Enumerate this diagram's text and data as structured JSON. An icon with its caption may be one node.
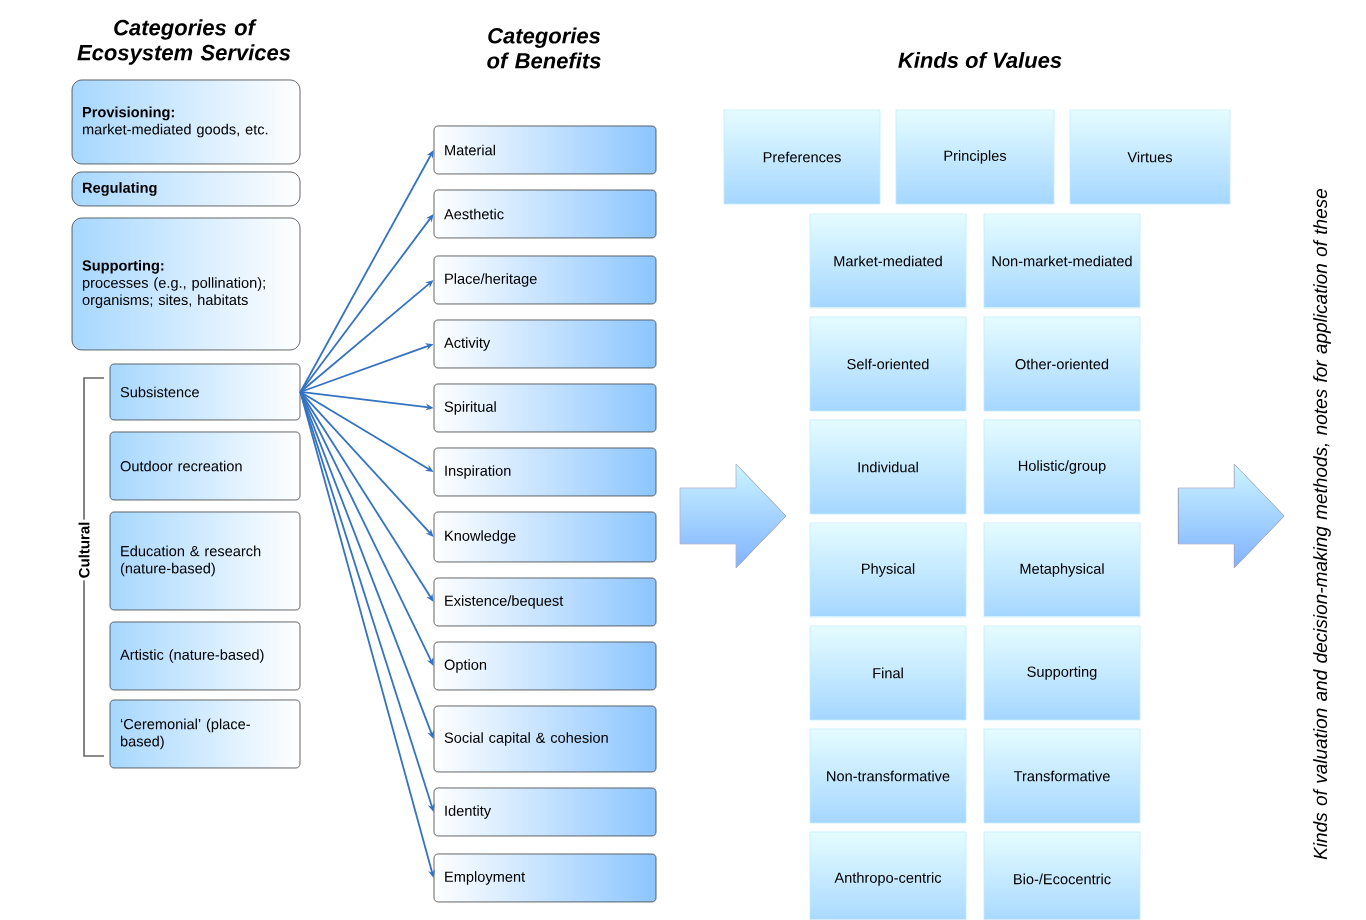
{
  "diagram": {
    "nodes": [
      {
        "text": [
          "Provisioning:",
          "market-mediated goods, etc."
        ]
      },
      {
        "text": [
          "Regulating"
        ]
      },
      {
        "text": [
          "Supporting:",
          "processes (e.g., pollination); organisms; sites, habitats"
        ]
      },
      {
        "text": [
          "Subsistence"
        ]
      },
      {
        "text": [
          "Outdoor recreation"
        ]
      },
      {
        "text": [
          "Education & research (nature-based)"
        ]
      },
      {
        "text": [
          "Artistic (nature-based)"
        ]
      },
      {
        "text": [
          "‘Ceremonial’ (place-based)"
        ]
      },
      {
        "text": [
          "Material"
        ]
      },
      {
        "text": [
          "Aesthetic"
        ]
      },
      {
        "text": [
          "Place/heritage"
        ]
      },
      {
        "text": [
          "Activity"
        ]
      },
      {
        "text": [
          "Spiritual"
        ]
      },
      {
        "text": [
          "Inspiration"
        ]
      },
      {
        "text": [
          "Knowledge"
        ]
      },
      {
        "text": [
          "Existence/bequest"
        ]
      },
      {
        "text": [
          "Option"
        ]
      },
      {
        "text": [
          "Social capital & cohesion"
        ]
      },
      {
        "text": [
          "Identity"
        ]
      },
      {
        "text": [
          "Employment"
        ]
      },
      {
        "text": [
          "Preferences"
        ]
      },
      {
        "text": [
          "Principles"
        ]
      },
      {
        "text": [
          "Virtues"
        ]
      },
      {
        "text": [
          "Market-mediated"
        ]
      },
      {
        "text": [
          "Non-market-mediated"
        ]
      },
      {
        "text": [
          "Self-oriented"
        ]
      },
      {
        "text": [
          "Other-oriented"
        ]
      },
      {
        "text": [
          "Individual"
        ]
      },
      {
        "text": [
          "Holistic/group"
        ]
      },
      {
        "text": [
          "Physical"
        ]
      },
      {
        "text": [
          "Metaphysical"
        ]
      },
      {
        "text": [
          "Final"
        ]
      },
      {
        "text": [
          "Supporting"
        ]
      },
      {
        "text": [
          "Non-transformative"
        ]
      },
      {
        "text": [
          "Transformative"
        ]
      },
      {
        "text": [
          "Anthropo-centric"
        ]
      },
      {
        "text": [
          "Bio-/Ecocentric"
        ]
      },
      {
        "text": [
          "Kinds of valuation and decision-making methods, notes for application of these"
        ]
      }
    ],
    "edges": [
      {
        "from": 3,
        "to": 8,
        "arrow": "to"
      },
      {
        "from": 3,
        "to": 9,
        "arrow": "to"
      },
      {
        "from": 3,
        "to": 10,
        "arrow": "to"
      },
      {
        "from": 3,
        "to": 11,
        "arrow": "to"
      },
      {
        "from": 3,
        "to": 12,
        "arrow": "to"
      },
      {
        "from": 3,
        "to": 13,
        "arrow": "to"
      },
      {
        "from": 3,
        "to": 14,
        "arrow": "to"
      },
      {
        "from": 3,
        "to": 15,
        "arrow": "to"
      },
      {
        "from": 3,
        "to": 16,
        "arrow": "to"
      },
      {
        "from": 3,
        "to": 17,
        "arrow": "to"
      },
      {
        "from": 3,
        "to": 18,
        "arrow": "to"
      },
      {
        "from": 3,
        "to": 19,
        "arrow": "to"
      },
      {
        "from": 14,
        "to": 27,
        "arrow": "to",
        "style": "thick"
      },
      {
        "from": 28,
        "to": 37,
        "arrow": "to",
        "style": "thick"
      }
    ],
    "labels": [
      "Categories of Ecosystem Services",
      "Categories of Benefits",
      "Kinds of Values",
      "Cultural"
    ]
  }
}
